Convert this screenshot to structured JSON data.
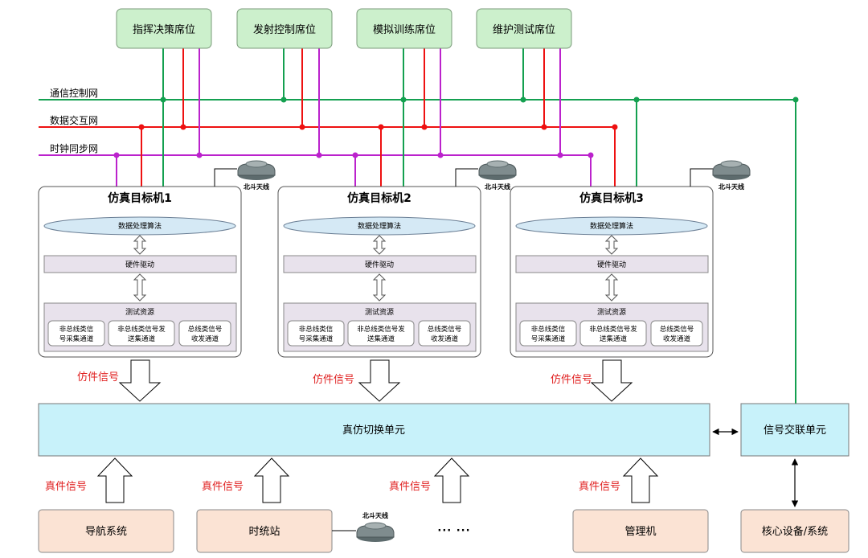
{
  "seats": [
    "指挥决策席位",
    "发射控制席位",
    "模拟训练席位",
    "维护测试席位"
  ],
  "buses": {
    "comm": "通信控制网",
    "data": "数据交互网",
    "clock": "时钟同步网"
  },
  "colors": {
    "comm": "#14a050",
    "data": "#ee1111",
    "clock": "#bb22cc",
    "seat_fill": "#ccf0cc",
    "unit_fill": "#c8f2fa",
    "device_fill": "#fbe3d4"
  },
  "targets": [
    {
      "title": "仿真目标机1"
    },
    {
      "title": "仿真目标机2"
    },
    {
      "title": "仿真目标机3"
    }
  ],
  "target_inner": {
    "algo": "数据处理算法",
    "driver": "硬件驱动",
    "resource": "测试资源",
    "channels": [
      [
        "非总线类信",
        "号采集通道"
      ],
      [
        "非总线类信号发",
        "送集通道"
      ],
      [
        "总线类信号",
        "收发通道"
      ]
    ]
  },
  "beidou": "北斗天线",
  "sim_signal": "仿件信号",
  "real_signal": "真件信号",
  "switch_unit": "真仿切换单元",
  "signal_unit": "信号交联单元",
  "devices": {
    "nav": "导航系统",
    "timing": "时统站",
    "dots": "··· ···",
    "mgmt": "管理机",
    "core": "核心设备/系统"
  }
}
